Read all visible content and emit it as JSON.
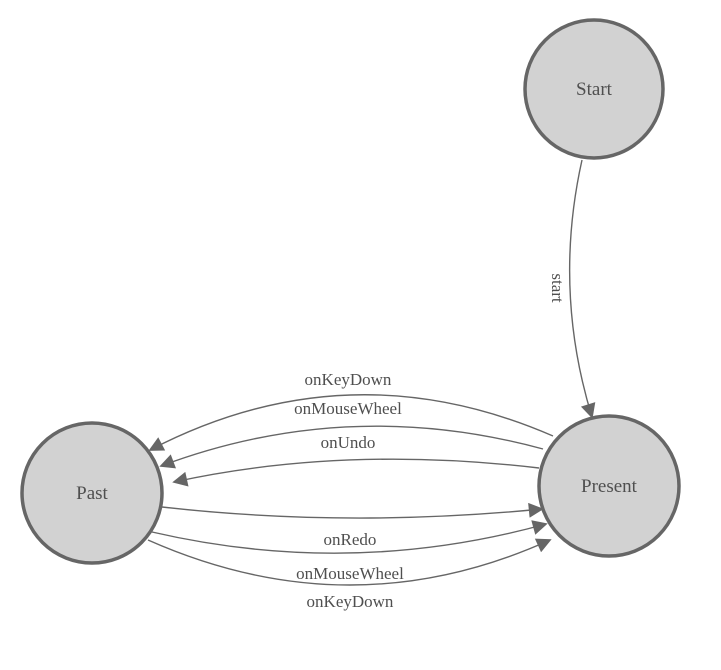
{
  "diagram": {
    "kind": "state-transition-diagram",
    "colors": {
      "background": "#ffffff",
      "node_fill": "#d2d2d2",
      "node_stroke": "#666666",
      "edge_stroke": "#666666",
      "arrow_fill": "#666666",
      "label_text": "#4f4f4f"
    },
    "nodes": [
      {
        "id": "start",
        "label": "Start"
      },
      {
        "id": "past",
        "label": "Past"
      },
      {
        "id": "present",
        "label": "Present"
      }
    ],
    "edges": [
      {
        "from": "start",
        "to": "present",
        "label": "start"
      },
      {
        "from": "present",
        "to": "past",
        "label": "onKeyDown"
      },
      {
        "from": "present",
        "to": "past",
        "label": "onMouseWheel"
      },
      {
        "from": "present",
        "to": "past",
        "label": "onUndo"
      },
      {
        "from": "past",
        "to": "present",
        "label": "onRedo"
      },
      {
        "from": "past",
        "to": "present",
        "label": "onMouseWheel"
      },
      {
        "from": "past",
        "to": "present",
        "label": "onKeyDown"
      }
    ]
  }
}
